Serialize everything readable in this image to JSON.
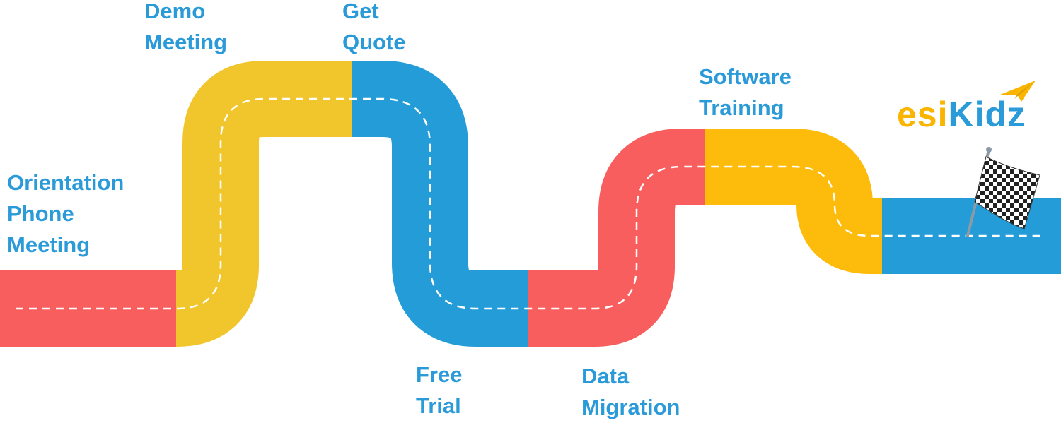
{
  "colors": {
    "red": "#f85e5e",
    "yellow": "#f1c62c",
    "blue": "#249cd8",
    "amber": "#fdbb0c",
    "label": "#2a9ad8",
    "logo_yellow": "#f9b500",
    "logo_blue": "#2a9ad8"
  },
  "steps": [
    {
      "lines": [
        "Orientation",
        "Phone",
        "Meeting"
      ],
      "color": "red"
    },
    {
      "lines": [
        "Demo",
        "Meeting"
      ],
      "color": "yellow"
    },
    {
      "lines": [
        "Get",
        "Quote"
      ],
      "color": "blue"
    },
    {
      "lines": [
        "Free",
        "Trial"
      ],
      "color": "blue"
    },
    {
      "lines": [
        "Data",
        "Migration"
      ],
      "color": "red"
    },
    {
      "lines": [
        "Software",
        "Training"
      ],
      "color": "amber"
    }
  ],
  "logo": {
    "part1": "esi",
    "part2": "Kidz"
  },
  "icons": [
    "checkered-flag-icon",
    "paper-plane-icon"
  ]
}
